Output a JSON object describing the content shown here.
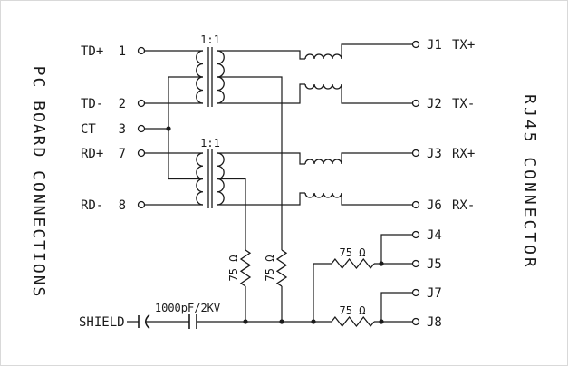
{
  "titles": {
    "left": "PC BOARD CONNECTIONS",
    "right": "RJ45 CONNECTOR"
  },
  "left_pins": [
    {
      "label": "TD+",
      "pin": "1"
    },
    {
      "label": "TD-",
      "pin": "2"
    },
    {
      "label": "CT",
      "pin": "3"
    },
    {
      "label": "RD+",
      "pin": "7"
    },
    {
      "label": "RD-",
      "pin": "8"
    }
  ],
  "shield_label": "SHIELD",
  "right_pins": [
    {
      "pin": "J1",
      "label": "TX+"
    },
    {
      "pin": "J2",
      "label": "TX-"
    },
    {
      "pin": "J3",
      "label": "RX+"
    },
    {
      "pin": "J6",
      "label": "RX-"
    },
    {
      "pin": "J4",
      "label": ""
    },
    {
      "pin": "J5",
      "label": ""
    },
    {
      "pin": "J7",
      "label": ""
    },
    {
      "pin": "J8",
      "label": ""
    }
  ],
  "components": {
    "transformer1_ratio": "1:1",
    "transformer2_ratio": "1:1",
    "resistor1": "75 Ω",
    "resistor2": "75 Ω",
    "resistor3": "75 Ω",
    "resistor4": "75 Ω",
    "capacitor": "1000pF/2KV"
  },
  "colors": {
    "line": "#1a1a1a",
    "background": "#ffffff"
  }
}
